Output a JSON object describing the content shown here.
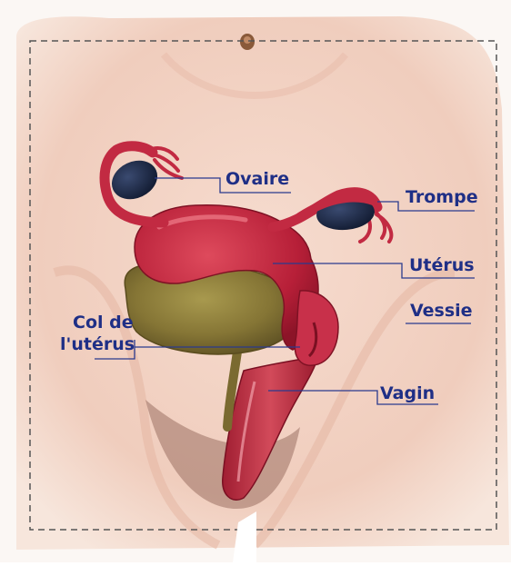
{
  "labels": {
    "ovaire": "Ovaire",
    "trompe": "Trompe",
    "uterus": "Utérus",
    "vessie": "Vessie",
    "col_line1": "Col de",
    "col_line2": "l'utérus",
    "vagin": "Vagin"
  },
  "colors": {
    "label_text": "#1f2f86",
    "leader_line": "#2a3a8e",
    "skin": "#f3d6c8",
    "uterus": "#c0283f",
    "ovary": "#1e2a4a",
    "bladder": "#8a7a3a",
    "frame_dash": "#555555"
  }
}
